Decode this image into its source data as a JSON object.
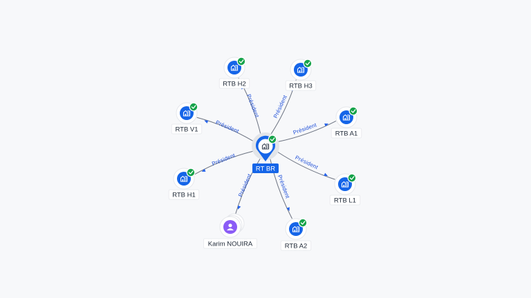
{
  "graph": {
    "center": {
      "id": "rt-br",
      "label": "RT BR",
      "type": "company",
      "verified": true,
      "icon": "building-icon"
    },
    "nodes": [
      {
        "id": "rtb-h2",
        "label": "RTB H2",
        "type": "company",
        "verified": true,
        "icon": "building-icon"
      },
      {
        "id": "rtb-h3",
        "label": "RTB H3",
        "type": "company",
        "verified": true,
        "icon": "building-icon"
      },
      {
        "id": "rtb-v1",
        "label": "RTB V1",
        "type": "company",
        "verified": true,
        "icon": "building-icon"
      },
      {
        "id": "rtb-a1",
        "label": "RTB A1",
        "type": "company",
        "verified": true,
        "icon": "building-icon"
      },
      {
        "id": "rtb-h1",
        "label": "RTB H1",
        "type": "company",
        "verified": true,
        "icon": "building-icon"
      },
      {
        "id": "rtb-l1",
        "label": "RTB L1",
        "type": "company",
        "verified": true,
        "icon": "building-icon"
      },
      {
        "id": "karim-nouira",
        "label": "Karim NOUIRA",
        "type": "person",
        "verified": false,
        "icon": "person-icon"
      },
      {
        "id": "rtb-a2",
        "label": "RTB A2",
        "type": "company",
        "verified": true,
        "icon": "building-icon"
      }
    ],
    "edges": [
      {
        "from": "rt-br",
        "to": "rtb-h2",
        "label": "Président"
      },
      {
        "from": "rt-br",
        "to": "rtb-h3",
        "label": "Président"
      },
      {
        "from": "rt-br",
        "to": "rtb-v1",
        "label": "Président"
      },
      {
        "from": "rt-br",
        "to": "rtb-a1",
        "label": "Président"
      },
      {
        "from": "rt-br",
        "to": "rtb-h1",
        "label": "Président"
      },
      {
        "from": "rt-br",
        "to": "rtb-l1",
        "label": "Président"
      },
      {
        "from": "rt-br",
        "to": "karim-nouira",
        "label": "Président"
      },
      {
        "from": "rt-br",
        "to": "rtb-a2",
        "label": "Président"
      }
    ],
    "colors": {
      "company": "#1565e8",
      "person": "#8b5cf6",
      "verified": "#16a34a",
      "edge": "#6b7280",
      "edge_label": "#1d4ed8"
    }
  }
}
